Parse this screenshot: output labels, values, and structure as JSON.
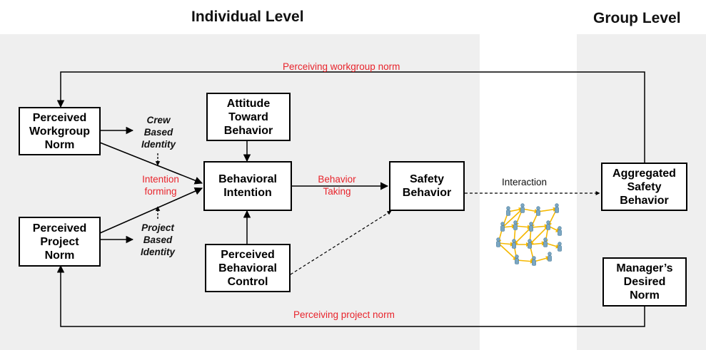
{
  "levels": {
    "individual": "Individual Level",
    "group": "Group Level"
  },
  "boxes": {
    "perceived_workgroup_norm": "Perceived\nWorkgroup\nNorm",
    "perceived_project_norm": "Perceived\nProject\nNorm",
    "attitude_toward_behavior": "Attitude\nToward\nBehavior",
    "behavioral_intention": "Behavioral\nIntention",
    "perceived_behavioral_control": "Perceived\nBehavioral\nControl",
    "safety_behavior": "Safety\nBehavior",
    "aggregated_safety_behavior": "Aggregated\nSafety\nBehavior",
    "managers_desired_norm": "Manager’s\nDesired\nNorm"
  },
  "labels": {
    "perceiving_workgroup_norm": "Perceiving workgroup norm",
    "perceiving_project_norm": "Perceiving project norm",
    "crew_based_identity": "Crew\nBased\nIdentity",
    "project_based_identity": "Project\nBased\nIdentity",
    "intention_forming": "Intention\nforming",
    "behavior_taking": "Behavior\nTaking",
    "interaction": "Interaction"
  },
  "colors": {
    "region": "#efefef",
    "label_red": "#e8242c",
    "network_link": "#f5b800",
    "person": "#7aa6c2"
  },
  "icons": {
    "network": "people-network-icon"
  }
}
